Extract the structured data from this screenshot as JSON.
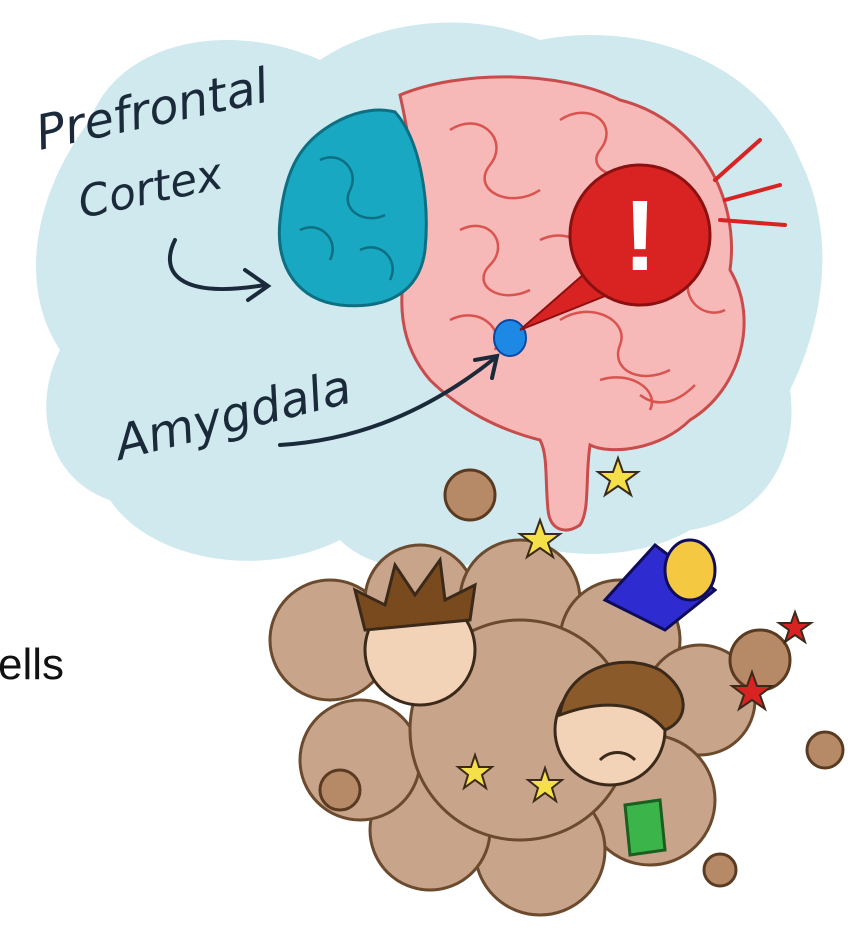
{
  "labels": {
    "prefrontal_line1": "Prefrontal",
    "prefrontal_line2": "Cortex",
    "amygdala": "Amygdala",
    "alert_symbol": "!"
  },
  "slide_text_fragment": "ells",
  "colors": {
    "background_blob": "#cfe9ee",
    "brain": "#f7b8b8",
    "brain_outline": "#d9534f",
    "prefrontal": "#19a8c1",
    "amygdala": "#1e88e5",
    "alert": "#d92323",
    "dust": "#c8a58a"
  }
}
